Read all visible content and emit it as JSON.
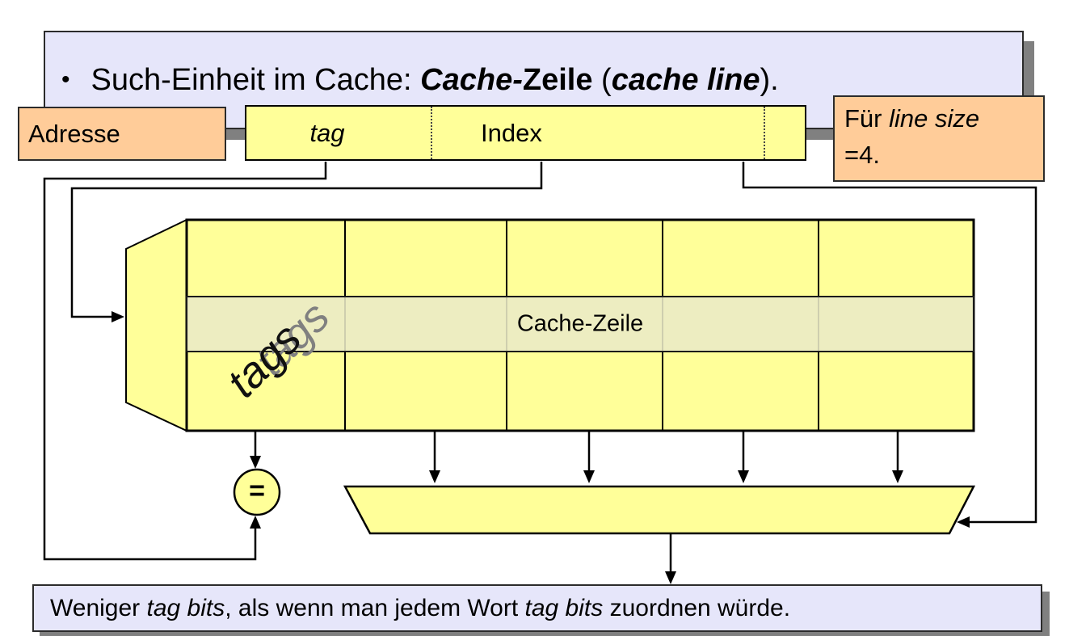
{
  "slide": {
    "title": {
      "bullet": "•",
      "segments": [
        {
          "t": "Such-Einheit im Cache: "
        },
        {
          "t": "Cache-",
          "b": true,
          "i": true
        },
        {
          "t": "Zeile",
          "b": true
        },
        {
          "t": " ("
        },
        {
          "t": "cache line",
          "b": true,
          "i": true
        },
        {
          "t": ")."
        }
      ]
    },
    "address": {
      "label": "Adresse",
      "fields": {
        "tag": "tag",
        "index": "Index"
      }
    },
    "line_size_note": {
      "line1_segments": [
        {
          "t": "Für "
        },
        {
          "t": "line size",
          "i": true
        }
      ],
      "line2": "=4."
    },
    "cache_array": {
      "tags_label": "tags",
      "row_label": "Cache-Zeile",
      "columns": 5,
      "rows": 3
    },
    "comparator_symbol": "=",
    "footer_segments": [
      {
        "t": "Weniger "
      },
      {
        "t": "tag bits",
        "i": true
      },
      {
        "t": ", als wenn man jedem Wort "
      },
      {
        "t": "tag bits",
        "i": true
      },
      {
        "t": " zuordnen würde."
      }
    ],
    "colors": {
      "cell_yellow": "#FFFF99",
      "highlight_row": "#EBEBC6",
      "callout_lavender": "#E6E6FA",
      "note_orange": "#FFCC99",
      "shadow_gray": "#808080",
      "line_black": "#000000"
    }
  }
}
